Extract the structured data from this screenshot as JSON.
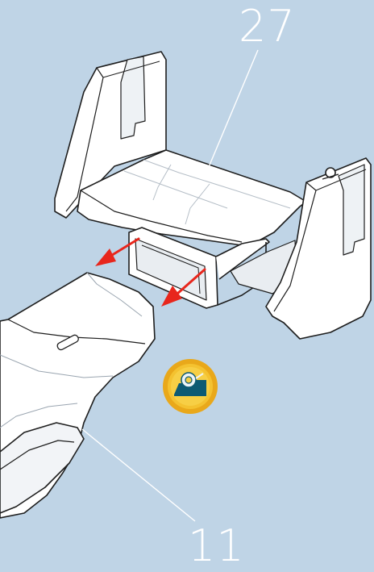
{
  "diagram": {
    "callouts": [
      {
        "id": "part-27",
        "number": "27"
      },
      {
        "id": "part-11",
        "number": "11"
      }
    ],
    "icons": {
      "tape_icon": "tape-dispenser-icon"
    },
    "colors": {
      "background": "#bfd4e6",
      "part_fill": "#ffffff",
      "part_shade": "#e9edf1",
      "outline": "#1e1e1e",
      "arrow": "#e8261c",
      "icon_ring": "#e9a81a",
      "icon_center": "#0d5a73",
      "leader_line": "#ffffff"
    }
  }
}
